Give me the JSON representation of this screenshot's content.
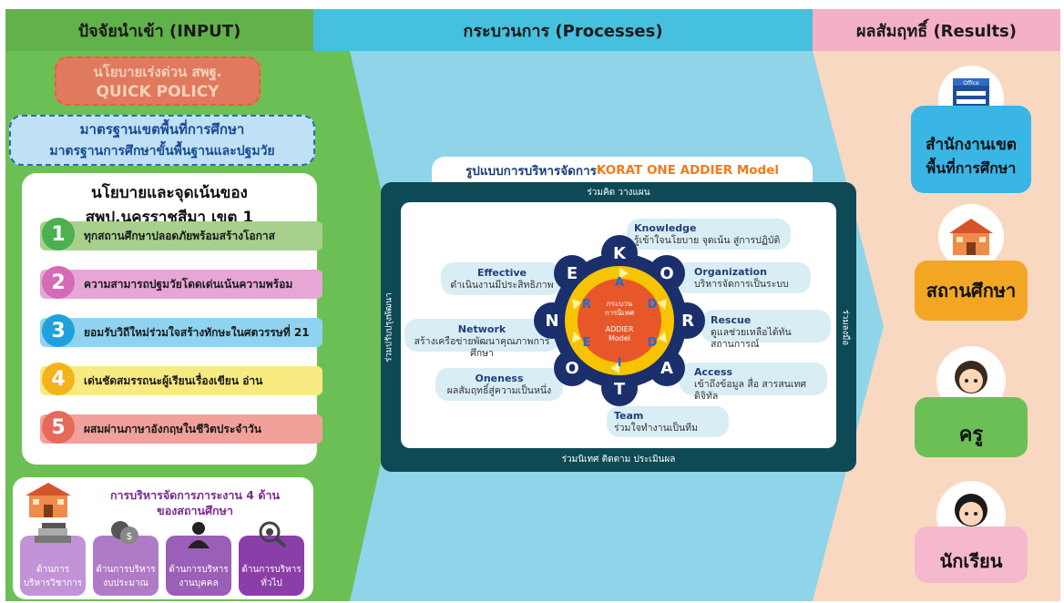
{
  "headers": {
    "input": "ปัจจัยนำเข้า (INPUT)",
    "process": "กระบวนการ (Processes)",
    "results": "ผลสัมฤทธิ์ (Results)"
  },
  "input": {
    "quick_policy_line1": "นโยบายเร่งด่วน สพฐ.",
    "quick_policy_line2": "QUICK POLICY",
    "standards_line1": "มาตรฐานเขตพื้นที่การศึกษา",
    "standards_line2": "มาตรฐานการศึกษาขั้นพื้นฐานและปฐมวัย",
    "policy_title_line1": "นโยบายและจุดเน้นของ",
    "policy_title_line2": "สพป.นครราชสีมา เขต 1",
    "policies": [
      {
        "num": "1",
        "text": "ทุกสถานศึกษาปลอดภัยพร้อมสร้างโอกาส",
        "color": "#a8d08d",
        "num_color": "#4caf50"
      },
      {
        "num": "2",
        "text": "ความสามารถปฐมวัยโดดเด่นเน้นความพร้อม",
        "color": "#e7a6d6",
        "num_color": "#d56bb7"
      },
      {
        "num": "3",
        "text": "ยอมรับวิถีใหม่ร่วมใจสร้างทักษะในศตวรรษที่ 21",
        "color": "#8fd3f0",
        "num_color": "#1fa2dc"
      },
      {
        "num": "4",
        "text": "เด่นชัดสมรรถนะผู้เรียนเรื่องเขียน อ่าน",
        "color": "#f6ea80",
        "num_color": "#f3b41b"
      },
      {
        "num": "5",
        "text": "ผสมผ่านภาษาอังกฤษในชีวิตประจำวัน",
        "color": "#f2a19a",
        "num_color": "#e56a5c"
      }
    ],
    "management_title_line1": "การบริหารจัดการภาระงาน 4 ด้าน",
    "management_title_line2": "ของสถานศึกษา",
    "management_cards": [
      {
        "line1": "ด้านการ",
        "line2": "บริหารวิชาการ"
      },
      {
        "line1": "ด้านการบริหาร",
        "line2": "งบประมาณ"
      },
      {
        "line1": "ด้านการบริหาร",
        "line2": "งานบุคคล"
      },
      {
        "line1": "ด้านการบริหาร",
        "line2": "ทั่วไป"
      }
    ]
  },
  "process": {
    "model_title_prefix": "รูปแบบการบริหารจัดการ ",
    "model_title_highlight": "KORAT ONE ADDIER Model",
    "frame_top": "ร่วมคิด วางแผน",
    "frame_bottom": "ร่วมนิเทศ ติดตาม ประเมินผล",
    "frame_left": "ร่วมปรับปรุงพัฒนา",
    "frame_right": "ร่วมลงมือ",
    "center_line1": "กระบวน",
    "center_line2": "การนิเทศ",
    "center_line3": "ADDIER",
    "center_line4": "Model",
    "ring_letters": [
      "K",
      "O",
      "R",
      "A",
      "T",
      "O",
      "N",
      "E"
    ],
    "inner_letters": [
      "A",
      "D",
      "D",
      "I",
      "E",
      "R"
    ],
    "labels": {
      "knowledge_title": "Knowledge",
      "knowledge_desc": "รู้เข้าใจนโยบาย จุดเน้น สู่การปฏิบัติ",
      "organization_title": "Organization",
      "organization_desc": "บริหารจัดการเป็นระบบ",
      "rescue_title": "Rescue",
      "rescue_desc": "ดูแลช่วยเหลือได้ทันสถานการณ์",
      "access_title": "Access",
      "access_desc": "เข้าถึงข้อมูล สื่อ สารสนเทศดิจิทัล",
      "team_title": "Team",
      "team_desc": "ร่วมใจทำงานเป็นทีม",
      "oneness_title": "Oneness",
      "oneness_desc": "ผลสัมฤทธิ์สู่ความเป็นหนึ่ง",
      "network_title": "Network",
      "network_desc": "สร้างเครือข่ายพัฒนาคุณภาพการศึกษา",
      "effective_title": "Effective",
      "effective_desc": "ดำเนินงานมีประสิทธิภาพ"
    }
  },
  "results": {
    "office_sign": "Office",
    "office_line1": "สำนักงานเขต",
    "office_line2": "พื้นที่การศึกษา",
    "school": "สถานศึกษา",
    "teacher": "ครู",
    "student": "นักเรียน"
  }
}
